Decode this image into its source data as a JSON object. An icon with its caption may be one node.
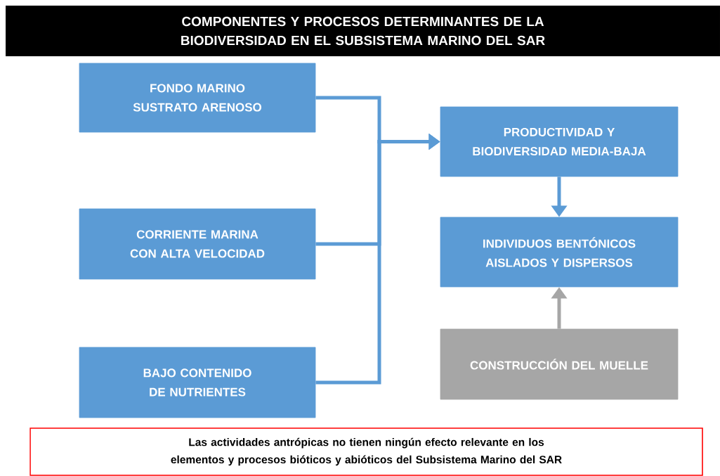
{
  "diagram": {
    "title": "COMPONENTES Y PROCESOS DETERMINANTES DE LA BIODIVERSIDAD EN EL SUBSISTEMA MARINO DEL SAR",
    "nodes": [
      {
        "text": [
          "FONDO MARINO SUSTRATO ARENOSO"
        ]
      },
      {
        "text": [
          "CORRIENTE MARINA CON ALTA VELOCIDAD"
        ]
      },
      {
        "text": [
          "BAJO CONTENIDO DE NUTRIENTES"
        ]
      },
      {
        "text": [
          "PRODUCTIVIDAD Y BIODIVERSIDAD MEDIA-BAJA"
        ]
      },
      {
        "text": [
          "INDIVIDUOS BENTÓNICOS AISLADOS Y DISPERSOS"
        ]
      },
      {
        "text": [
          "CONSTRUCCIÓN DEL MUELLE"
        ]
      },
      {
        "text": [
          "Las actividades antrópicas no tienen ningún efecto relevante en los elementos y procesos bióticos y abióticos del Subsistema Marino del SAR"
        ]
      }
    ],
    "edges": [
      {
        "from": 0,
        "to": 3,
        "arrow": "to"
      },
      {
        "from": 1,
        "to": 3,
        "arrow": "to"
      },
      {
        "from": 2,
        "to": 3,
        "arrow": "to"
      },
      {
        "from": 3,
        "to": 4,
        "arrow": "to"
      },
      {
        "from": 5,
        "to": 4,
        "arrow": "to",
        "color": "#a6a6a6"
      }
    ]
  }
}
